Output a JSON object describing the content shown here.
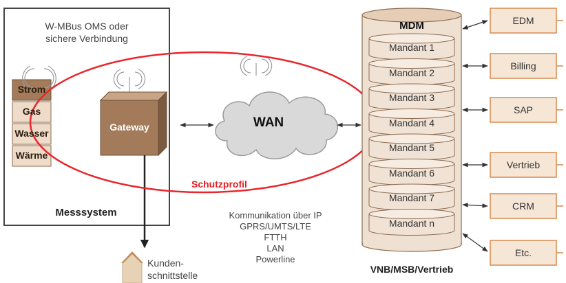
{
  "messsystem": {
    "connection_line1": "W-MBus OMS oder",
    "connection_line2": "sichere Verbindung",
    "meters": [
      "Strom",
      "Gas",
      "Wasser",
      "Wärme"
    ],
    "gateway": "Gateway",
    "title": "Messsystem"
  },
  "schutzprofil": "Schutzprofil",
  "wan": "WAN",
  "communication": [
    "Kommunikation über IP",
    "GPRS/UMTS/LTE",
    "FTTH",
    "LAN",
    "Powerline"
  ],
  "customer_interface": [
    "Kunden-",
    "schnittstelle"
  ],
  "mdm": {
    "title": "MDM",
    "mandants": [
      "Mandant 1",
      "Mandant 2",
      "Mandant 3",
      "Mandant 4",
      "Mandant 5",
      "Mandant 6",
      "Mandant 7",
      "Mandant n"
    ],
    "caption": "VNB/MSB/Vertrieb"
  },
  "systems": [
    "EDM",
    "Billing",
    "SAP",
    "Vertrieb",
    "CRM",
    "Etc."
  ],
  "colors": {
    "brown_dark": "#8c6a4f",
    "brown_light": "#eedcc9",
    "ellipse_red": "#e8262b",
    "schutzprofil_red": "#e11e26",
    "orange_border": "#d9894f",
    "mandant_fill": "#f0e3d5"
  }
}
